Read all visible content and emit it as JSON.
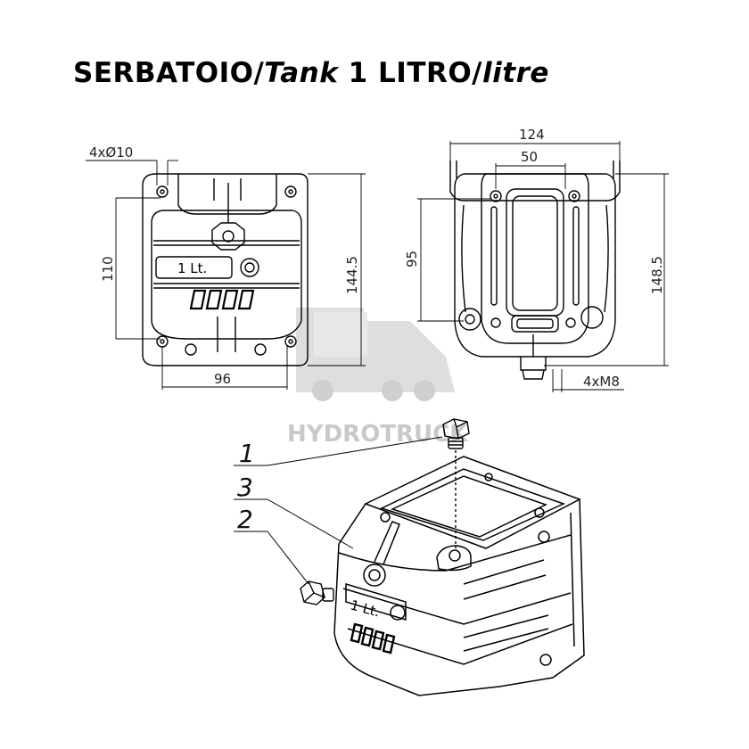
{
  "title": {
    "part1": "SERBATOIO/",
    "part2": "Tank",
    "part3": " 1 LITRO/",
    "part4": "litre"
  },
  "front_view": {
    "holes_dim": "4xØ10",
    "height_dim": "110",
    "overall_height_dim": "144.5",
    "width_dim": "96",
    "label_capacity": "1 Lt."
  },
  "side_view": {
    "width_dim": "124",
    "inner_width_dim": "50",
    "height_dim": "95",
    "overall_height_dim": "148.5",
    "thread_dim": "4xM8"
  },
  "callouts": [
    "1",
    "3",
    "2"
  ],
  "watermark": "HYDROTRUCK"
}
